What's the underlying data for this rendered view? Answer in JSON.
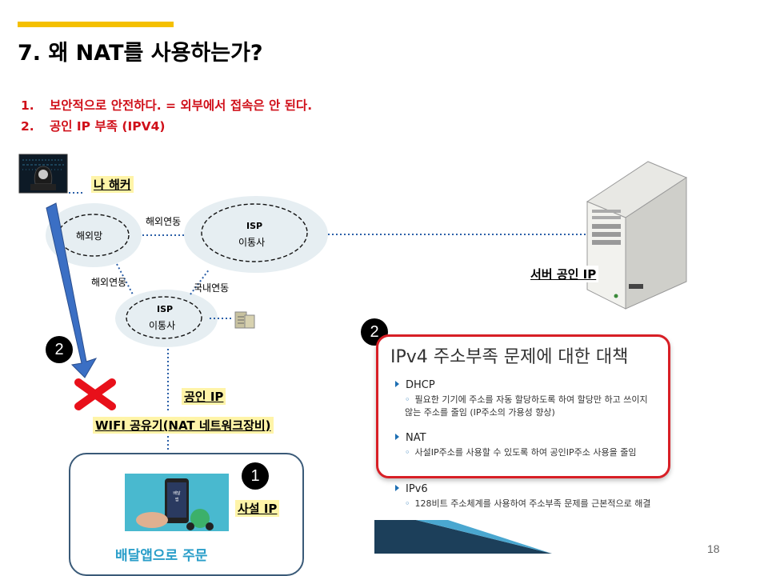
{
  "title": "7. 왜 NAT를 사용하는가?",
  "reasons": [
    {
      "num": "1.",
      "text": "보안적으로 안전하다. = 외부에서 접속은 안 된다."
    },
    {
      "num": "2.",
      "text": "공인 IP 부족 (IPV4)"
    }
  ],
  "diagram": {
    "hacker_label": "나 해커",
    "overseas_net": "해외망",
    "isp_top": {
      "line1": "ISP",
      "line2": "이통사"
    },
    "isp_bottom": {
      "line1": "ISP",
      "line2": "이통사"
    },
    "link_overseas_top": "해외연동",
    "link_overseas_left": "해외연동",
    "link_domestic": "국내연동",
    "server_label": "서버 공인 IP",
    "public_ip_label": "공인 IP",
    "wifi_label": "WIFI 공유기(NAT 네트워크장비)",
    "private_ip_label": "사설 IP",
    "phone_caption": "배달앱으로 주문",
    "badge_attack": "2",
    "badge_panel": "2",
    "badge_private": "1"
  },
  "panel": {
    "title": "IPv4 주소부족 문제에 대한 대책",
    "items": [
      {
        "heading": "DHCP",
        "desc": "필요한 기기에 주소를 자동 할당하도록 하여 할당만 하고 쓰이지 않는 주소를 줄임 (IP주소의 가용성 향상)"
      },
      {
        "heading": "NAT",
        "desc": "사설IP주소를 사용할 수 있도록 하여 공인IP주소 사용을 줄임"
      },
      {
        "heading": "IPv6",
        "desc": "128비트 주소체계를 사용하여 주소부족 문제를 근본적으로 해결"
      }
    ]
  },
  "page_number": "18",
  "colors": {
    "accent": "#f5c000",
    "red": "#d0101a",
    "arrow_blue": "#3b6fc4",
    "panel_border": "#d81f26"
  }
}
